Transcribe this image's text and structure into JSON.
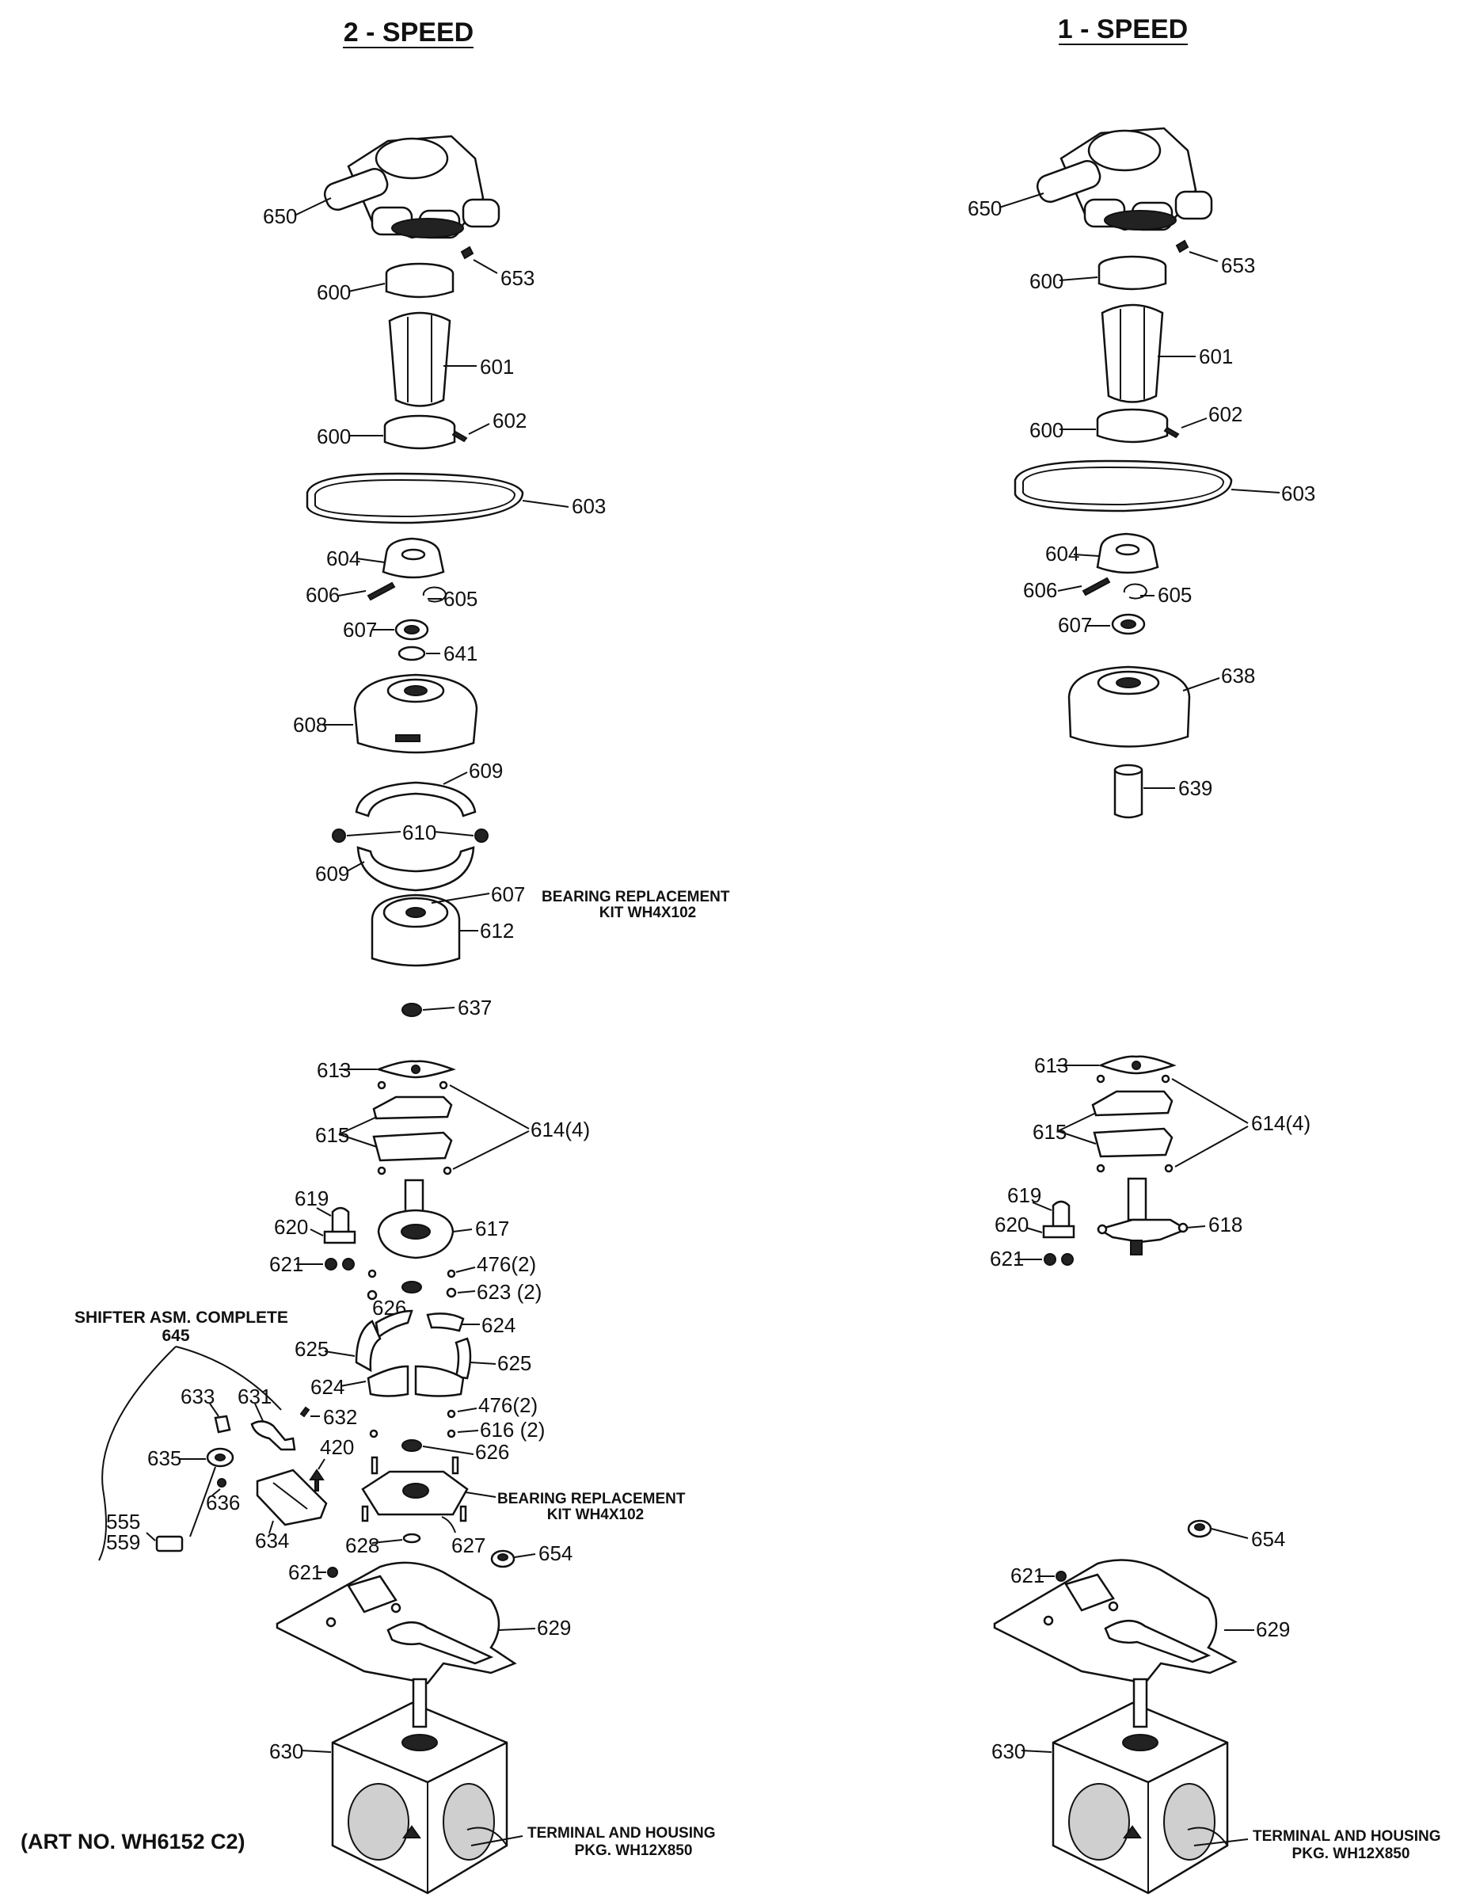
{
  "headings": {
    "two_speed": "2 - SPEED",
    "one_speed": "1 - SPEED"
  },
  "art_number": "(ART NO. WH6152 C2)",
  "notes": {
    "bearing_kit_1_line1": "BEARING REPLACEMENT",
    "bearing_kit_1_line2": "KIT WH4X102",
    "bearing_kit_2_line1": "BEARING REPLACEMENT",
    "bearing_kit_2_line2": "KIT WH4X102",
    "terminal_left_line1": "TERMINAL AND HOUSING",
    "terminal_left_line2": "PKG. WH12X850",
    "terminal_right_line1": "TERMINAL AND HOUSING",
    "terminal_right_line2": "PKG. WH12X850",
    "shifter_line1": "SHIFTER ASM. COMPLETE",
    "shifter_line2": "645"
  },
  "left_labels": {
    "p650": "650",
    "p653": "653",
    "p600a": "600",
    "p601": "601",
    "p600b": "600",
    "p602": "602",
    "p603": "603",
    "p604": "604",
    "p606": "606",
    "p605": "605",
    "p607a": "607",
    "p641": "641",
    "p608": "608",
    "p609a": "609",
    "p610": "610",
    "p609b": "609",
    "p607b": "607",
    "p612": "612",
    "p637": "637",
    "p613": "613",
    "p615": "615",
    "p614": "614(4)",
    "p619": "619",
    "p620": "620",
    "p617": "617",
    "p621a": "621",
    "p476a": "476(2)",
    "p626a": "626",
    "p623": "623 (2)",
    "p624a": "624",
    "p625a": "625",
    "p625b": "625",
    "p624b": "624",
    "p633": "633",
    "p631": "631",
    "p632": "632",
    "p476b": "476(2)",
    "p616": "616 (2)",
    "p626b": "626",
    "p635": "635",
    "p420": "420",
    "p636": "636",
    "p634": "634",
    "p555": "555",
    "p559": "559",
    "p628": "628",
    "p627": "627",
    "p654": "654",
    "p621b": "621",
    "p629": "629",
    "p630": "630"
  },
  "right_labels": {
    "p650": "650",
    "p653": "653",
    "p600a": "600",
    "p601": "601",
    "p600b": "600",
    "p602": "602",
    "p603": "603",
    "p604": "604",
    "p606": "606",
    "p605": "605",
    "p607": "607",
    "p638": "638",
    "p639": "639",
    "p613": "613",
    "p615": "615",
    "p614": "614(4)",
    "p619": "619",
    "p620": "620",
    "p618": "618",
    "p621a": "621",
    "p654": "654",
    "p621b": "621",
    "p629": "629",
    "p630": "630"
  }
}
